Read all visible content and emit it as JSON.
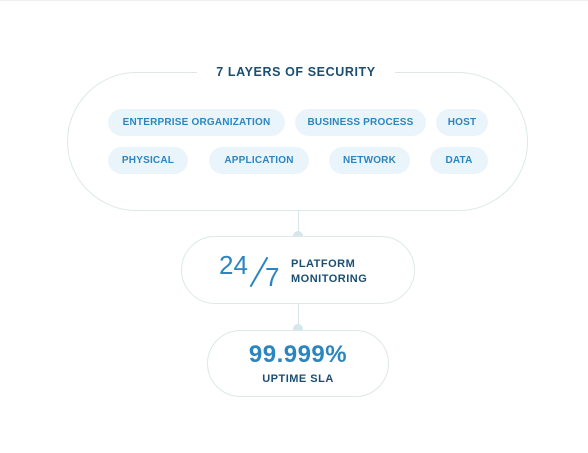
{
  "layers": {
    "title": "7 LAYERS OF SECURITY",
    "items": [
      "ENTERPRISE ORGANIZATION",
      "BUSINESS PROCESS",
      "HOST",
      "PHYSICAL",
      "APPLICATION",
      "NETWORK",
      "DATA"
    ]
  },
  "monitoring": {
    "hours": "24",
    "days": "7",
    "line1": "PLATFORM",
    "line2": "MONITORING"
  },
  "sla": {
    "value": "99.999%",
    "label": "UPTIME SLA"
  },
  "colors": {
    "accent": "#2b86c0",
    "heading": "#1a4f73",
    "pill_bg": "#eaf5fb",
    "border": "#dde8e8"
  }
}
